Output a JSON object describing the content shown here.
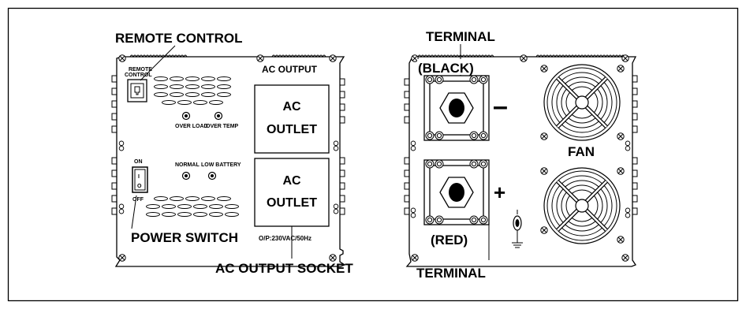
{
  "left_panel": {
    "remote_control_callout": "REMOTE CONTROL",
    "remote_port_label_1": "REMOTE",
    "remote_port_label_2": "CONTROL",
    "ac_output_heading": "AC  OUTPUT",
    "over_load": "OVER LOAD",
    "over_temp": "OVER TEMP",
    "normal": "NORMAL",
    "low_battery": "LOW BATTERY",
    "switch_on": "ON",
    "switch_off": "OFF",
    "switch_on_mark": "I",
    "switch_off_mark": "O",
    "outlet_top": [
      "AC",
      "OUTLET"
    ],
    "outlet_bottom": [
      "AC",
      "OUTLET"
    ],
    "power_switch_callout": "POWER SWITCH",
    "output_rating": "O/P:230VAC/50Hz",
    "ac_output_socket_callout": "AC OUTPUT SOCKET"
  },
  "right_panel": {
    "terminal_top_callout": "TERMINAL",
    "black_label": "(BLACK)",
    "minus_sign": "–",
    "plus_sign": "+",
    "red_label": "(RED)",
    "terminal_bottom_callout": "TERMINAL",
    "fan_label": "FAN"
  }
}
